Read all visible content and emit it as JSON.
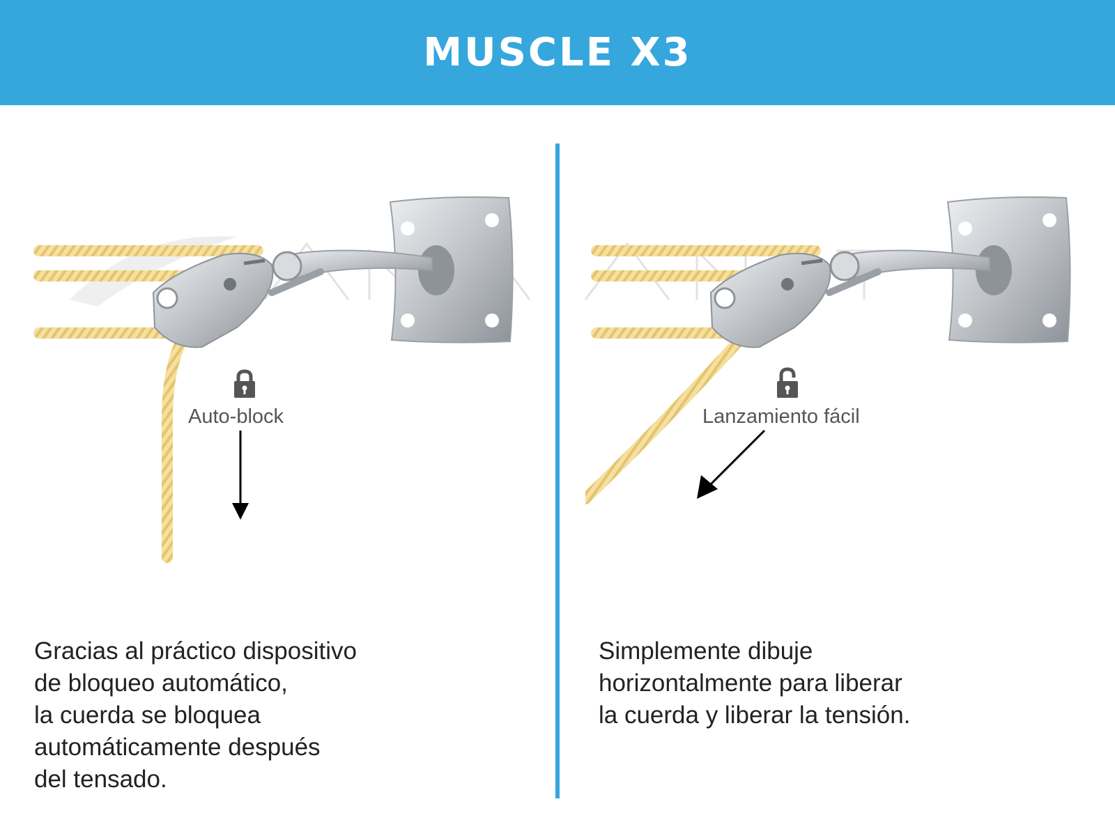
{
  "header": {
    "title": "MUSCLE X3"
  },
  "left_panel": {
    "label": "Auto-block",
    "lock_state": "locked",
    "lock_icon": "padlock-locked-icon",
    "description_lines": [
      "Gracias al práctico dispositivo",
      "de bloqueo automático,",
      "la cuerda se bloquea",
      "automáticamente después",
      "del tensado."
    ]
  },
  "right_panel": {
    "label": "Lanzamiento fácil",
    "lock_state": "unlocked",
    "lock_icon": "padlock-unlocked-icon",
    "description_lines": [
      "Simplemente dibuje",
      "horizontalmente para liberar",
      "la cuerda y liberar la tensión."
    ]
  },
  "colors": {
    "header_bg": "#35a7dc",
    "divider": "#35a7dc",
    "rope": "#f3d88a",
    "metal": "#b9bdc3",
    "label": "#555555"
  }
}
